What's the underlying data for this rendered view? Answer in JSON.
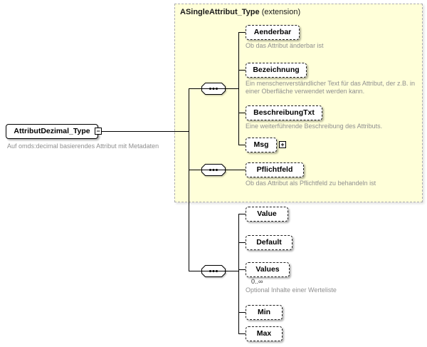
{
  "icons": {
    "collapse": "−",
    "expand": "+"
  },
  "root_element": {
    "name": "AttributDezimal_Type",
    "description": "Auf omds:decimal basierendes Attribut mit Metadaten"
  },
  "extension_region": {
    "base_type": "ASingleAttribut_Type",
    "suffix": " (extension)"
  },
  "extension_children": [
    {
      "name": "Aenderbar",
      "description": "Ob das Attribut änderbar ist"
    },
    {
      "name": "Bezeichnung",
      "description": "Ein menschenverständlicher Text für das Attribut, der z.B. in einer Oberfläche verwendet werden kann."
    },
    {
      "name": "BeschreibungTxt",
      "description": "Eine weiterführende Beschreibung des Attributs."
    },
    {
      "name": "Msg"
    },
    {
      "name": "Pflichtfeld",
      "description": "Ob das Attribut als Pflichtfeld zu behandeln ist"
    }
  ],
  "local_children": [
    {
      "name": "Value"
    },
    {
      "name": "Default"
    },
    {
      "name": "Values",
      "cardinality": "0..∞",
      "description": "Optional Inhalte einer Werteliste"
    },
    {
      "name": "Min"
    },
    {
      "name": "Max"
    }
  ]
}
